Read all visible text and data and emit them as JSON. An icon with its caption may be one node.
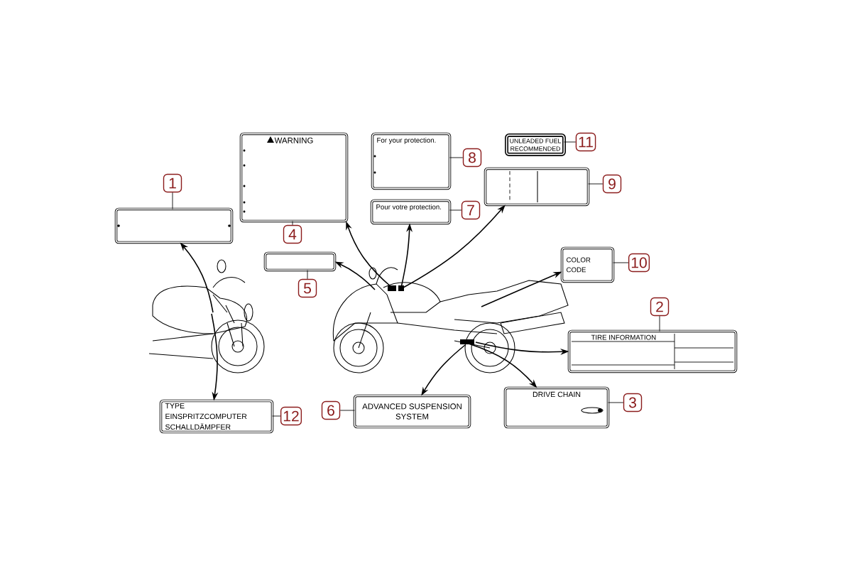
{
  "diagram": {
    "nodes": [
      {
        "text": [],
        "shape": "box"
      },
      {
        "text": [
          "1"
        ]
      },
      {
        "text": [
          "WARNING"
        ]
      },
      {
        "text": [
          "4"
        ]
      },
      {
        "text": [],
        "shape": "box"
      },
      {
        "text": [
          "5"
        ]
      },
      {
        "text": [
          "For your protection."
        ]
      },
      {
        "text": [
          "8"
        ]
      },
      {
        "text": [
          "Pour votre protection."
        ]
      },
      {
        "text": [
          "7"
        ]
      },
      {
        "text": [
          "UNLEADED FUEL RECOMMENDED"
        ]
      },
      {
        "text": [
          "11"
        ]
      },
      {
        "text": [],
        "shape": "box"
      },
      {
        "text": [
          "9"
        ]
      },
      {
        "text": [
          "COLOR",
          "CODE"
        ]
      },
      {
        "text": [
          "10"
        ]
      },
      {
        "text": [
          "2"
        ]
      },
      {
        "text": [
          "TIRE INFORMATION"
        ]
      },
      {
        "text": [],
        "shape": "picture"
      },
      {
        "text": [],
        "shape": "picture"
      },
      {
        "text": [
          "DRIVE CHAIN"
        ]
      },
      {
        "text": [
          "3"
        ]
      },
      {
        "text": [
          "TYPE",
          "EINSPRITZCOMPUTER",
          "SCHALLDÄMPFER"
        ]
      },
      {
        "text": [
          "12"
        ]
      },
      {
        "text": [
          "6"
        ]
      },
      {
        "text": [
          "ADVANCED SUSPENSION SYSTEM"
        ]
      }
    ],
    "edges": [
      {
        "from": 1,
        "to": 0,
        "arrow": "none"
      },
      {
        "from": 3,
        "to": 2,
        "arrow": "none"
      },
      {
        "from": 5,
        "to": 4,
        "arrow": "none"
      },
      {
        "from": 7,
        "to": 6,
        "arrow": "none"
      },
      {
        "from": 9,
        "to": 8,
        "arrow": "none"
      },
      {
        "from": 11,
        "to": 10,
        "arrow": "none"
      },
      {
        "from": 13,
        "to": 12,
        "arrow": "none"
      },
      {
        "from": 15,
        "to": 14,
        "arrow": "none"
      },
      {
        "from": 16,
        "to": 17,
        "arrow": "none"
      },
      {
        "from": 21,
        "to": 20,
        "arrow": "none"
      },
      {
        "from": 23,
        "to": 22,
        "arrow": "none"
      },
      {
        "from": 24,
        "to": 25,
        "arrow": "none"
      },
      {
        "from": 18,
        "to": 0,
        "arrow": "to"
      },
      {
        "from": 18,
        "to": 22,
        "arrow": "to"
      },
      {
        "from": 19,
        "to": 4,
        "arrow": "to"
      },
      {
        "from": 19,
        "to": 2,
        "arrow": "to"
      },
      {
        "from": 19,
        "to": 8,
        "arrow": "to"
      },
      {
        "from": 19,
        "to": 12,
        "arrow": "to"
      },
      {
        "from": 19,
        "to": 14,
        "arrow": "to"
      },
      {
        "from": 19,
        "to": 17,
        "arrow": "to"
      },
      {
        "from": 19,
        "to": 20,
        "arrow": "to"
      },
      {
        "from": 19,
        "to": 25,
        "arrow": "to"
      }
    ]
  }
}
